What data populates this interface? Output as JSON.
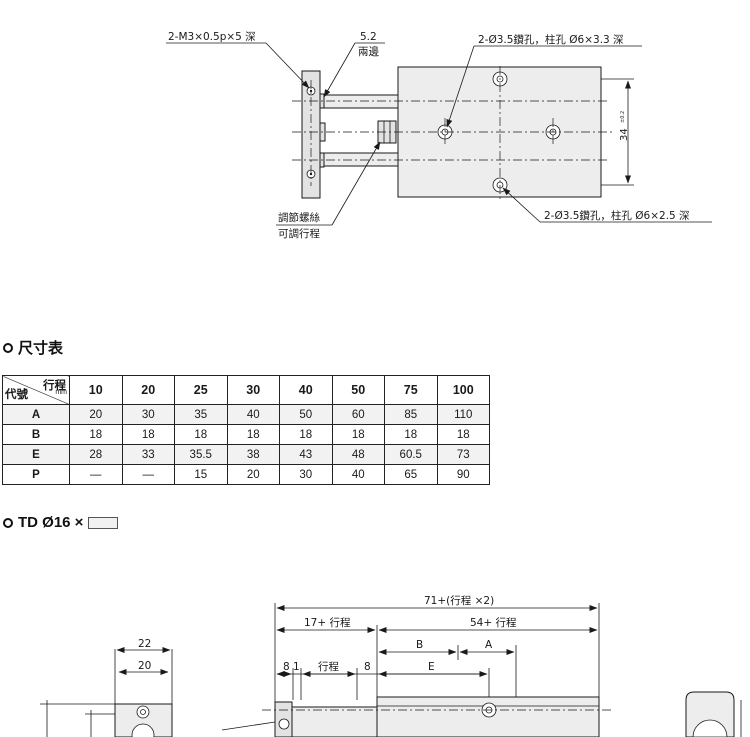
{
  "top_drawing": {
    "callout_thread": "2-M3×0.5p×5 深",
    "callout_width": "5.2",
    "callout_sides": "兩邊",
    "callout_rear_holes": "2-Ø3.5鑽孔，柱孔 Ø6×3.3 深",
    "callout_bottom_holes": "2-Ø3.5鑽孔，柱孔 Ø6×2.5 深",
    "callout_adjust_line1": "調節螺絲",
    "callout_adjust_line2": "可調行程",
    "dim_height": "34",
    "dim_height_tol": "±0.2"
  },
  "dimension_table": {
    "heading": "尺寸表",
    "corner_top": "行程",
    "corner_unit": "mm",
    "corner_bottom": "代號",
    "columns": [
      "10",
      "20",
      "25",
      "30",
      "40",
      "50",
      "75",
      "100"
    ],
    "rows": [
      {
        "code": "A",
        "values": [
          "20",
          "30",
          "35",
          "40",
          "50",
          "60",
          "85",
          "110"
        ]
      },
      {
        "code": "B",
        "values": [
          "18",
          "18",
          "18",
          "18",
          "18",
          "18",
          "18",
          "18"
        ]
      },
      {
        "code": "E",
        "values": [
          "28",
          "33",
          "35.5",
          "38",
          "43",
          "48",
          "60.5",
          "73"
        ]
      },
      {
        "code": "P",
        "values": [
          "—",
          "—",
          "15",
          "20",
          "30",
          "40",
          "65",
          "90"
        ]
      }
    ]
  },
  "model": {
    "heading": "TD Ø16 ×"
  },
  "bottom_drawing": {
    "dim_total": "71+(行程 ×2)",
    "dim_left": "17+ 行程",
    "dim_right": "54+ 行程",
    "dim_b": "B",
    "dim_a": "A",
    "dim_8a": "8",
    "dim_1": "1",
    "dim_stroke": "行程",
    "dim_8b": "8",
    "dim_e": "E",
    "dim_22": "22",
    "dim_20": "20"
  }
}
